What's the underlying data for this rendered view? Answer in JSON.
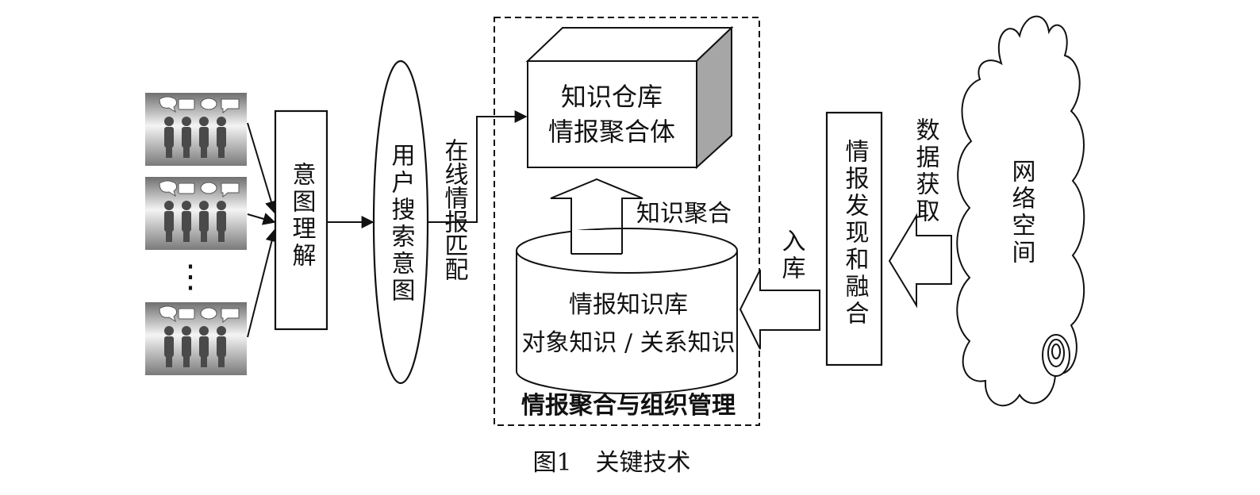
{
  "nodes": {
    "intent_understanding": "意图理解",
    "user_search_intent": "用户搜索意图",
    "online_matching": "在线情报匹配",
    "knowledge_warehouse": [
      "知识仓库",
      "情报聚合体"
    ],
    "knowledge_aggregation": "知识聚合",
    "intel_knowledge_base": [
      "情报知识库",
      "对象知识 / 关系知识"
    ],
    "management_label": "情报聚合与组织管理",
    "storage": "入库",
    "discovery_fusion": "情报发现和融合",
    "data_acquisition": "数据获取",
    "cyberspace": "网络空间"
  },
  "ellipsis": "⋮",
  "caption": "图1　关键技术",
  "colors": {
    "stroke": "#111111",
    "cube_side": "#a6a6a6",
    "person_fill": "#555555",
    "panel_gradient_dark": "#777777",
    "panel_gradient_light": "#f2f2f2"
  },
  "icons": [
    "people-speech-icon",
    "people-speech-icon",
    "people-speech-icon"
  ]
}
